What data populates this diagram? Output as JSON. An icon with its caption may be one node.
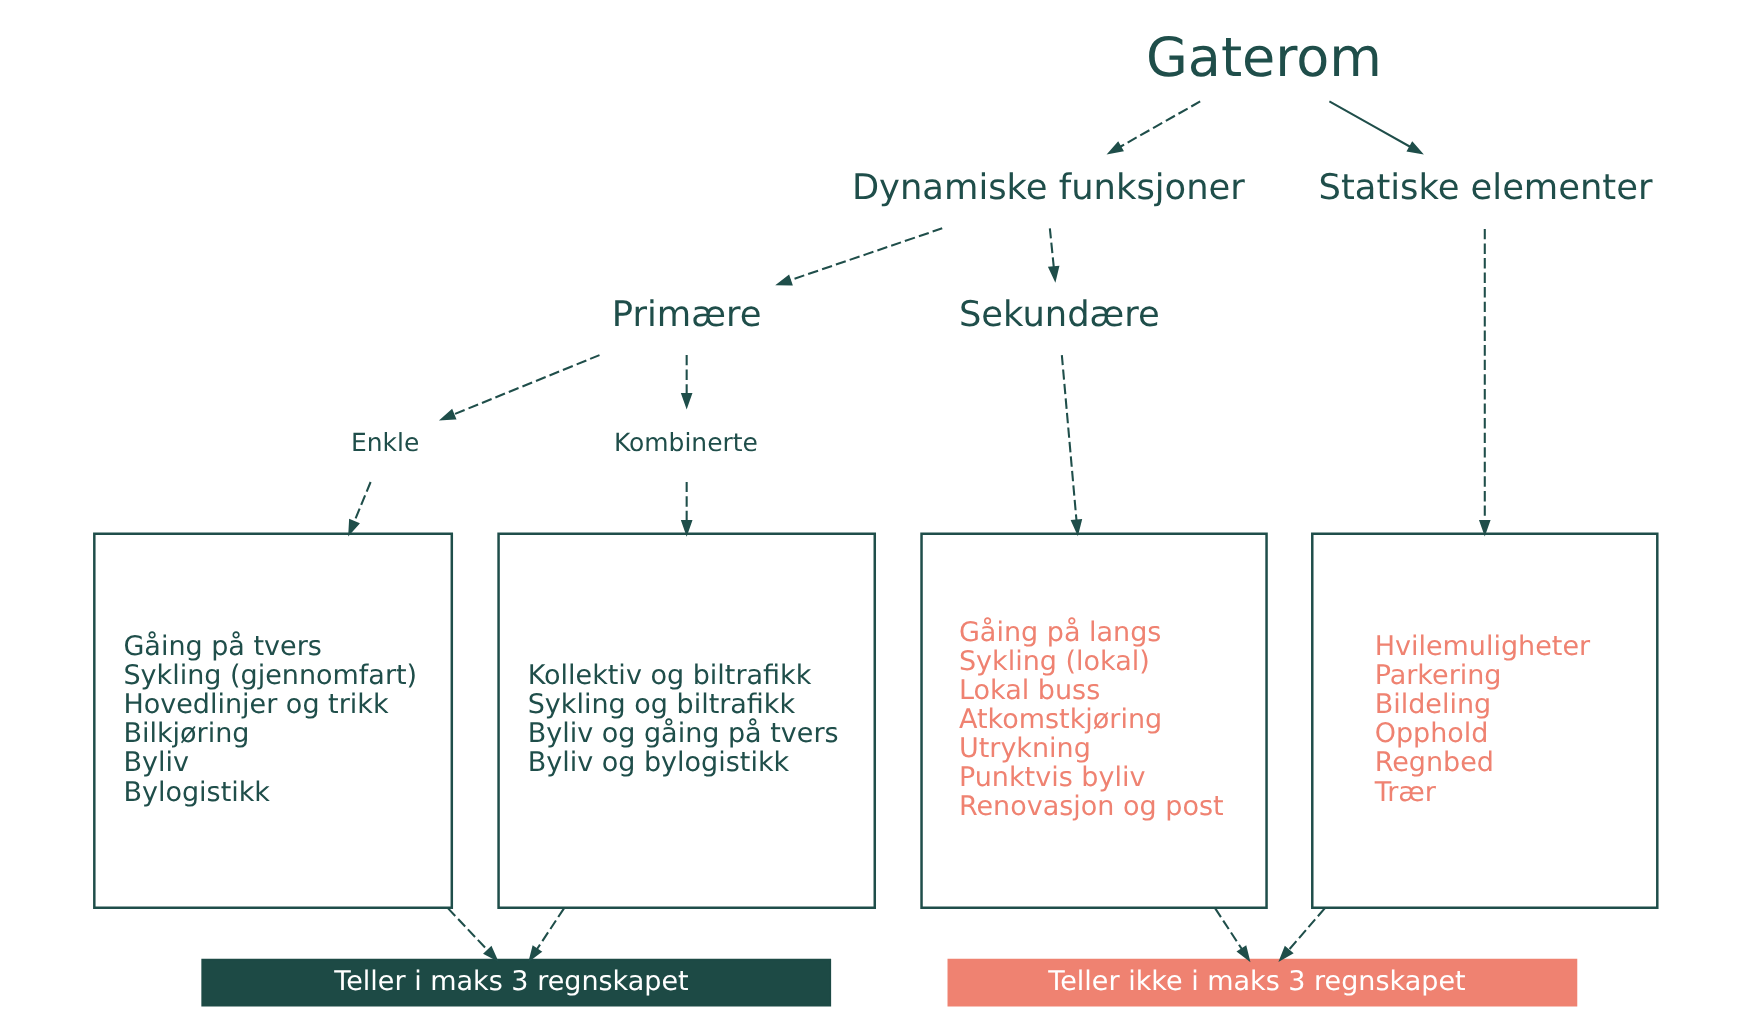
{
  "diagram": {
    "nodes": [
      {
        "text": [
          "Gaterom"
        ]
      },
      {
        "text": [
          "Dynamiske funksjoner"
        ]
      },
      {
        "text": [
          "Statiske elementer"
        ]
      },
      {
        "text": [
          "Primære"
        ]
      },
      {
        "text": [
          "Sekundære"
        ]
      },
      {
        "text": [
          "Enkle"
        ]
      },
      {
        "text": [
          "Kombinerte"
        ]
      },
      {
        "text": [
          "Gåing på tvers",
          "Sykling (gjennomfart)",
          "Hovedlinjer og trikk",
          "Bilkjøring",
          "Byliv",
          "Bylogistikk"
        ]
      },
      {
        "text": [
          "Kollektiv og biltrafikk",
          "Sykling og biltrafikk",
          "Byliv og gåing på tvers",
          "Byliv og bylogistikk"
        ]
      },
      {
        "text": [
          "Gåing på langs",
          "Sykling (lokal)",
          "Lokal buss",
          "Atkomstkjøring",
          "Utrykning",
          "Punktvis byliv",
          "Renovasjon og post"
        ]
      },
      {
        "text": [
          "Hvilemuligheter",
          "Parkering",
          "Bildeling",
          "Opphold",
          "Regnbed",
          "Trær"
        ]
      },
      {
        "text": [
          "Teller i maks 3 regnskapet"
        ]
      },
      {
        "text": [
          "Teller ikke i maks 3 regnskapet"
        ]
      }
    ],
    "edges": [
      {
        "from": 0,
        "to": 1,
        "arrow": "to",
        "style": "dashed"
      },
      {
        "from": 0,
        "to": 2,
        "arrow": "to"
      },
      {
        "from": 1,
        "to": 3,
        "arrow": "to",
        "style": "dashed"
      },
      {
        "from": 1,
        "to": 4,
        "arrow": "to",
        "style": "dashed"
      },
      {
        "from": 3,
        "to": 5,
        "arrow": "to",
        "style": "dashed"
      },
      {
        "from": 3,
        "to": 6,
        "arrow": "to",
        "style": "dashed"
      },
      {
        "from": 5,
        "to": 7,
        "arrow": "to",
        "style": "dashed"
      },
      {
        "from": 6,
        "to": 8,
        "arrow": "to",
        "style": "dashed"
      },
      {
        "from": 4,
        "to": 9,
        "arrow": "to",
        "style": "dashed"
      },
      {
        "from": 2,
        "to": 10,
        "arrow": "to",
        "style": "dashed"
      },
      {
        "from": 7,
        "to": 11,
        "arrow": "to",
        "style": "dashed"
      },
      {
        "from": 8,
        "to": 11,
        "arrow": "to",
        "style": "dashed"
      },
      {
        "from": 9,
        "to": 12,
        "arrow": "to",
        "style": "dashed"
      },
      {
        "from": 10,
        "to": 12,
        "arrow": "to",
        "style": "dashed"
      }
    ]
  }
}
